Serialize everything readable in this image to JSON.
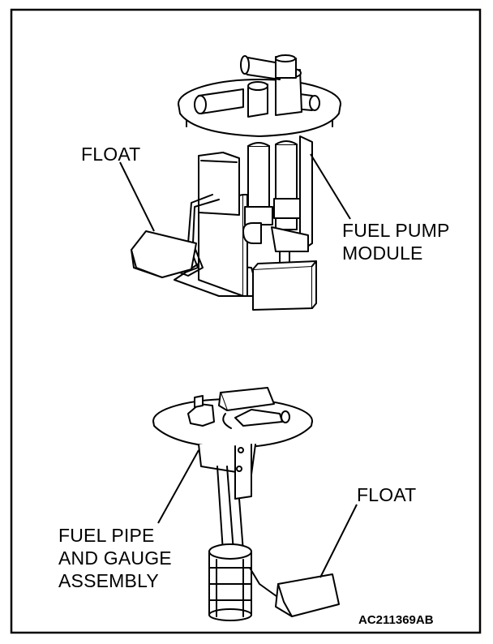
{
  "labels": {
    "float_top": "FLOAT",
    "fuel_pump_module_line1": "FUEL PUMP",
    "fuel_pump_module_line2": "MODULE",
    "float_bottom": "FLOAT",
    "fuel_pipe_line1": "FUEL PIPE",
    "fuel_pipe_line2": "AND GAUGE",
    "fuel_pipe_line3": "ASSEMBLY"
  },
  "figure_code": "AC211369AB"
}
